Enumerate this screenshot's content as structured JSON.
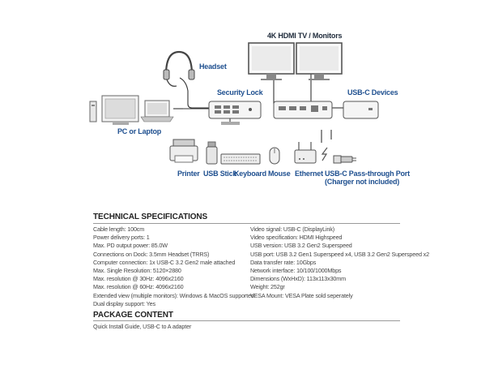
{
  "diagram": {
    "labels": {
      "monitors": "4K HDMI TV / Monitors",
      "headset": "Headset",
      "security_lock": "Security Lock",
      "usbc_devices": "USB-C Devices",
      "pc": "PC or Laptop",
      "printer": "Printer",
      "usb_stick": "USB Stick",
      "keyboard": "Keyboard",
      "mouse": "Mouse",
      "ethernet": "Ethernet",
      "passthrough_line1": "USB-C Pass-through Port",
      "passthrough_line2": "(Charger not included)"
    }
  },
  "specs": {
    "title": "TECHNICAL SPECIFICATIONS",
    "left": [
      "Cable length: 100cm",
      "Power delivery ports: 1",
      "Max. PD output power: 85.0W",
      "Connections on Dock: 3.5mm Headset (TRRS)",
      "Computer connection: 1x USB-C 3.2 Gen2 male attached",
      "Max. Single Resolution: 5120×2880",
      "Max. resolution @ 30Hz: 4096x2160",
      "Max. resolution @ 60Hz: 4096x2160",
      "Extended view (multiple monitors): Windows & MacOS supported",
      "Dual display support: Yes"
    ],
    "right": [
      "Video signal: USB-C (DisplayLink)",
      "Video specification: HDMI Highspeed",
      "USB version: USB 3.2 Gen2 Superspeed",
      "USB port: USB 3.2 Gen1 Superspeed x4, USB 3.2 Gen2 Superspeed x2",
      "Data transfer rate: 10Gbps",
      "Network interface: 10/100/1000Mbps",
      "Dimensions (WxHxD): 113x113x30mm",
      "Weight: 252gr",
      "VESA Mount: VESA Plate sold seperately"
    ]
  },
  "package": {
    "title": "PACKAGE CONTENT",
    "items": [
      "Quick Install Guide, USB-C to A adapter"
    ]
  }
}
